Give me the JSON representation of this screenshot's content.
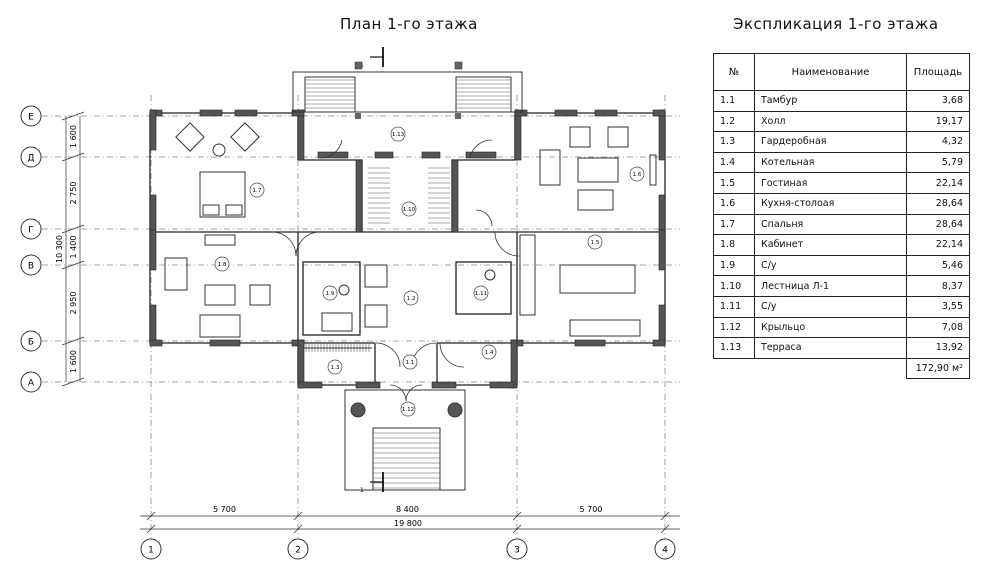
{
  "plan": {
    "title": "План 1-го этажа",
    "axes_rows": [
      "Е",
      "Д",
      "Г",
      "В",
      "Б",
      "А"
    ],
    "axes_cols": [
      "1",
      "2",
      "3",
      "4"
    ],
    "dims_left": [
      "1 600",
      "2 750",
      "1 400",
      "2 950",
      "1 600"
    ],
    "dim_left_total": "10 300",
    "dims_bottom": [
      "5 700",
      "8 400",
      "5 700"
    ],
    "dim_bottom_total": "19 800",
    "section_mark": "1",
    "room_tags": [
      "1.1",
      "1.2",
      "1.3",
      "1.4",
      "1.5",
      "1.6",
      "1.7",
      "1.8",
      "1.9",
      "1.10",
      "1.11",
      "1.12",
      "1.13"
    ]
  },
  "explication": {
    "title": "Экспликация 1-го этажа",
    "headers": {
      "num": "№",
      "name": "Наименование",
      "area": "Площадь"
    },
    "rows": [
      {
        "num": "1.1",
        "name": "Тамбур",
        "area": "3,68"
      },
      {
        "num": "1.2",
        "name": "Холл",
        "area": "19,17"
      },
      {
        "num": "1.3",
        "name": "Гардеробная",
        "area": "4,32"
      },
      {
        "num": "1.4",
        "name": "Котельная",
        "area": "5,79"
      },
      {
        "num": "1.5",
        "name": "Гостиная",
        "area": "22,14"
      },
      {
        "num": "1.6",
        "name": "Кухня-столоая",
        "area": "28,64"
      },
      {
        "num": "1.7",
        "name": "Спальня",
        "area": "28,64"
      },
      {
        "num": "1.8",
        "name": "Кабинет",
        "area": "22,14"
      },
      {
        "num": "1.9",
        "name": "С/у",
        "area": "5,46"
      },
      {
        "num": "1.10",
        "name": "Лестница Л-1",
        "area": "8,37"
      },
      {
        "num": "1.11",
        "name": "С/у",
        "area": "3,55"
      },
      {
        "num": "1.12",
        "name": "Крыльцо",
        "area": "7,08"
      },
      {
        "num": "1.13",
        "name": "Терраса",
        "area": "13,92"
      }
    ],
    "total": "172,90 м²"
  }
}
